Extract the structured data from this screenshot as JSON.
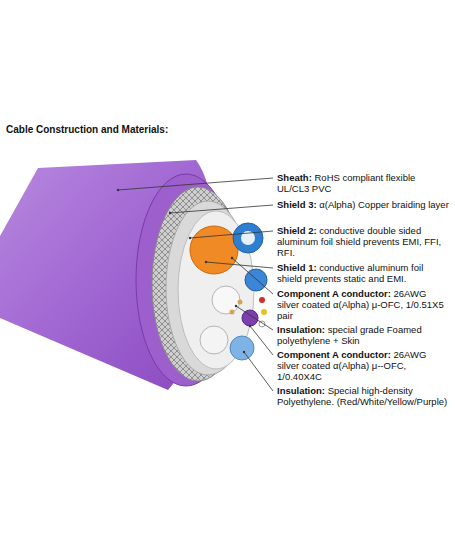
{
  "diagram": {
    "title": "Cable Construction and Materials:",
    "labels": [
      "Sheath:",
      "RoHS compliant flexible UL/CL3 PVC",
      "Shield 3:",
      "α(Alpha) Copper braiding layer",
      "Shield 2:",
      "conductive double sided aluminum foil shield prevents EMI, FFI, RFI.",
      "Shield 1:",
      "conductive aluminum foil shield prevents static and EMI.",
      "Component A conductor:",
      "26AWG silver coated α(Alpha) μ-OFC, 1/0.51X5 pair",
      "Insulation:",
      "special grade Foamed polyethylene + Skin",
      "Component A conductor:",
      "26AWG silver coated α(Alpha) μ--OFC, 1/0.40X4C",
      "Insulation:",
      "Special high-density Polyethylene. (Red/White/Yellow/Purple)"
    ]
  }
}
